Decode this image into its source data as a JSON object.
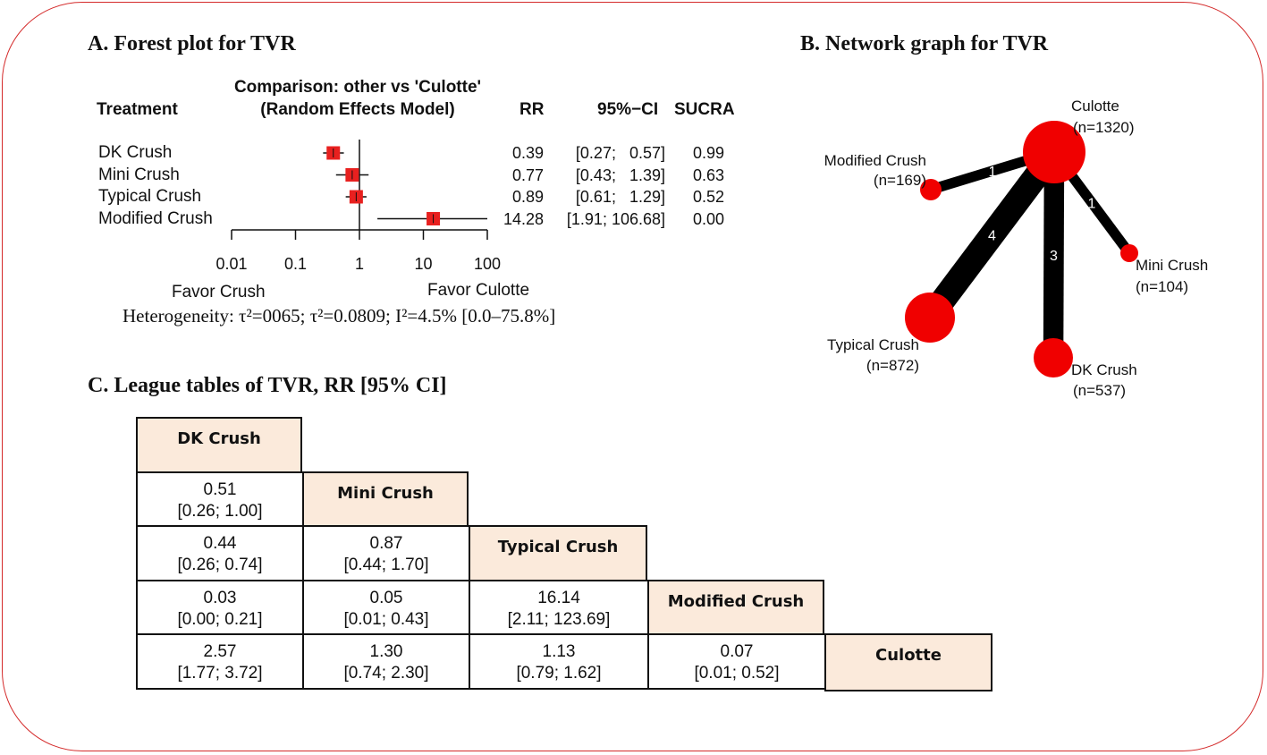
{
  "titles": {
    "a": "A. Forest plot for TVR",
    "b": "B. Network graph for TVR",
    "c": "C. League tables of TVR, RR [95% CI]"
  },
  "forest": {
    "header_treatment": "Treatment",
    "header_comparison_1": "Comparison: other vs 'Culotte'",
    "header_comparison_2": "(Random Effects Model)",
    "header_rr": "RR",
    "header_ci": "95%−CI",
    "header_sucra": "SUCRA",
    "favor_left": "Favor Crush",
    "favor_right": "Favor Culotte",
    "heterogeneity": "Heterogeneity: τ²=0065; τ²=0.0809; I²=4.5% [0.0–75.8%]",
    "marker_color": "#e8201f"
  },
  "chart_data": [
    {
      "type": "forest",
      "xscale": "log",
      "xlim": [
        0.01,
        100
      ],
      "xticks": [
        "0.01",
        "0.1",
        "1",
        "10",
        "100"
      ],
      "reference": 1,
      "rows": [
        {
          "treatment": "DK Crush",
          "rr": 0.39,
          "lo": 0.27,
          "hi": 0.57,
          "rr_text": "0.39",
          "ci_text": "[0.27;   0.57]",
          "sucra": "0.99"
        },
        {
          "treatment": "Mini Crush",
          "rr": 0.77,
          "lo": 0.43,
          "hi": 1.39,
          "rr_text": "0.77",
          "ci_text": "[0.43;   1.39]",
          "sucra": "0.63"
        },
        {
          "treatment": "Typical Crush",
          "rr": 0.89,
          "lo": 0.61,
          "hi": 1.29,
          "rr_text": "0.89",
          "ci_text": "[0.61;   1.29]",
          "sucra": "0.52"
        },
        {
          "treatment": "Modified Crush",
          "rr": 14.28,
          "lo": 1.91,
          "hi": 106.68,
          "rr_text": "14.28",
          "ci_text": "[1.91; 106.68]",
          "sucra": "0.00"
        }
      ]
    },
    {
      "type": "network",
      "nodes": [
        {
          "id": "culotte",
          "name": "Culotte",
          "n": "(n=1320)"
        },
        {
          "id": "modified",
          "name": "Modified Crush",
          "n": "(n=169)"
        },
        {
          "id": "mini",
          "name": "Mini Crush",
          "n": "(n=104)"
        },
        {
          "id": "typical",
          "name": "Typical Crush",
          "n": "(n=872)"
        },
        {
          "id": "dk",
          "name": "DK Crush",
          "n": "(n=537)"
        }
      ],
      "edges": [
        {
          "from": "culotte",
          "to": "modified",
          "studies": 1
        },
        {
          "from": "culotte",
          "to": "mini",
          "studies": 1
        },
        {
          "from": "culotte",
          "to": "typical",
          "studies": 4
        },
        {
          "from": "culotte",
          "to": "dk",
          "studies": 3
        }
      ]
    },
    {
      "type": "table",
      "diagonal": [
        "DK Crush",
        "Mini Crush",
        "Typical Crush",
        "Modified Crush",
        "Culotte"
      ],
      "rows": [
        [],
        [
          {
            "v": "0.51",
            "ci": "[0.26; 1.00]"
          }
        ],
        [
          {
            "v": "0.44",
            "ci": "[0.26; 0.74]"
          },
          {
            "v": "0.87",
            "ci": "[0.44; 1.70]"
          }
        ],
        [
          {
            "v": "0.03",
            "ci": "[0.00; 0.21]"
          },
          {
            "v": "0.05",
            "ci": "[0.01; 0.43]"
          },
          {
            "v": "16.14",
            "ci": "[2.11; 123.69]"
          }
        ],
        [
          {
            "v": "2.57",
            "ci": "[1.77; 3.72]"
          },
          {
            "v": "1.30",
            "ci": "[0.74; 2.30]"
          },
          {
            "v": "1.13",
            "ci": "[0.79; 1.62]"
          },
          {
            "v": "0.07",
            "ci": "[0.01; 0.52]"
          }
        ]
      ],
      "diagonal_color": "#fbeadb"
    }
  ]
}
